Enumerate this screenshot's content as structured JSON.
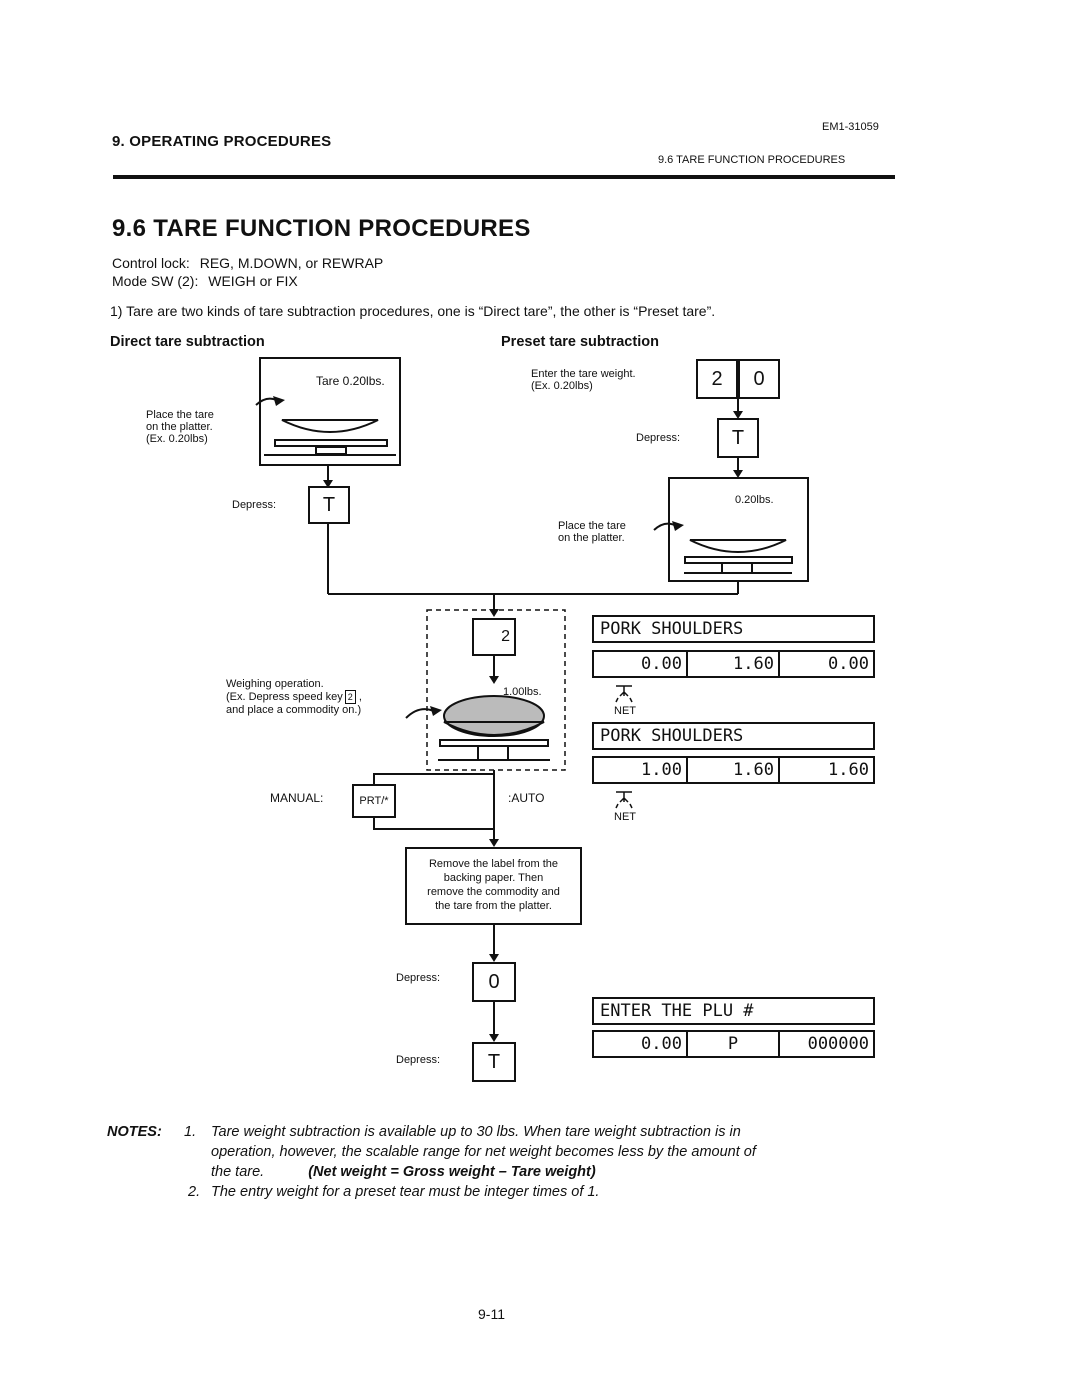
{
  "header": {
    "chapter": "9. OPERATING PROCEDURES",
    "doc_code": "EM1-31059",
    "section_ref": "9.6 TARE FUNCTION PROCEDURES"
  },
  "title": "9.6 TARE FUNCTION PROCEDURES",
  "control_lock": {
    "label": "Control lock:",
    "value": "REG, M.DOWN, or REWRAP"
  },
  "mode_sw": {
    "label": "Mode SW (2):",
    "value": "WEIGH or FIX"
  },
  "intro": "1)  Tare are two kinds of tare subtraction procedures, one is “Direct tare”, the other is “Preset tare”.",
  "direct": {
    "heading": "Direct tare subtraction",
    "scale_text": "Tare 0.20lbs.",
    "place_note": [
      "Place the tare",
      "on the platter.",
      "(Ex. 0.20lbs)"
    ],
    "depress_label": "Depress:",
    "key": "T"
  },
  "preset": {
    "heading": "Preset tare subtraction",
    "enter_note": [
      "Enter the tare weight.",
      "(Ex. 0.20lbs)"
    ],
    "keys": [
      "2",
      "0"
    ],
    "depress_label": "Depress:",
    "key": "T",
    "scale_text": "0.20lbs.",
    "place_note": [
      "Place the tare",
      "on the platter."
    ]
  },
  "weighing": {
    "note": [
      "Weighing operation.",
      "(Ex. Depress speed key",
      "and place a commodity on.)"
    ],
    "speed_key": "2",
    "key": "2",
    "weight_text": "1.00lbs.",
    "manual_label": "MANUAL:",
    "prt_key": "PRT/*",
    "auto_label": ":AUTO",
    "remove_note": [
      "Remove the label from the",
      "backing paper.  Then",
      "remove the commodity and",
      "the tare from the platter."
    ],
    "depress1_label": "Depress:",
    "key_zero": "0",
    "depress2_label": "Depress:",
    "key_t": "T"
  },
  "displays": [
    {
      "name": "PORK SHOULDERS",
      "values": [
        "0.00",
        "1.60",
        "0.00"
      ],
      "indicator": "NET"
    },
    {
      "name": "PORK SHOULDERS",
      "values": [
        "1.00",
        "1.60",
        "1.60"
      ],
      "indicator": "NET"
    },
    {
      "name": "ENTER THE PLU #",
      "values": [
        "0.00",
        "P",
        "000000"
      ],
      "indicator": ""
    }
  ],
  "notes": {
    "label": "NOTES:",
    "items": [
      {
        "num": "1.",
        "lines": [
          "Tare weight subtraction is available up to 30 lbs.  When tare weight subtraction is in",
          "operation, however, the scalable range for net weight becomes less by the amount of",
          "the tare."
        ],
        "formula": "(Net weight = Gross weight – Tare weight)"
      },
      {
        "num": "2.",
        "lines": [
          "The entry weight for a preset tear must be integer times of 1."
        ],
        "formula": ""
      }
    ]
  },
  "page_number": "9-11"
}
